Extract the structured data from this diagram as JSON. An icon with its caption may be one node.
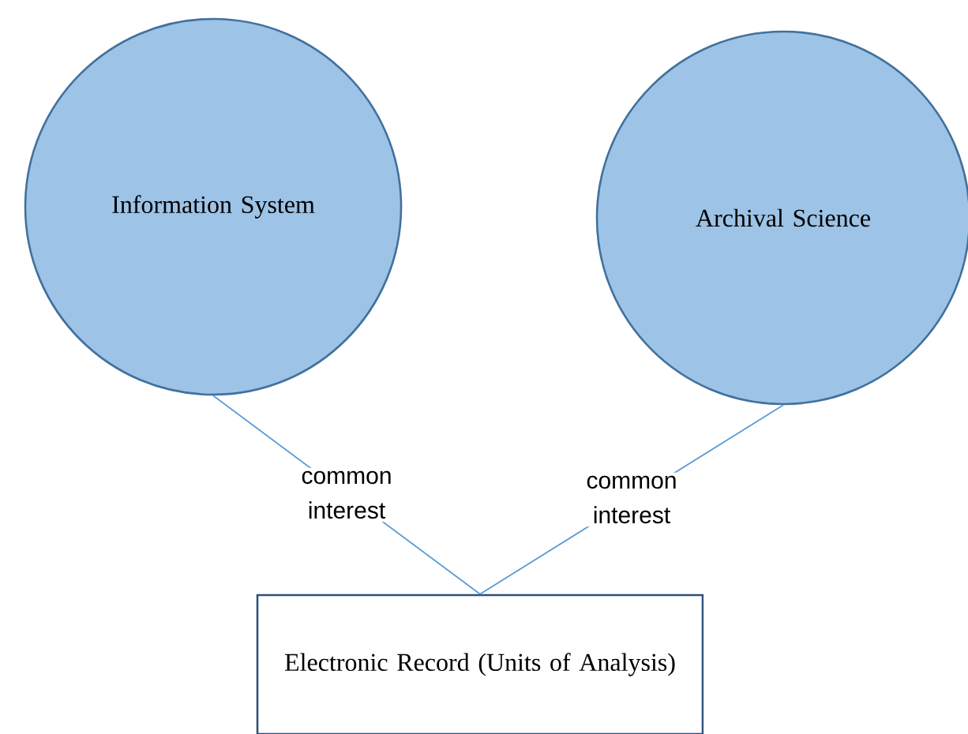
{
  "diagram": {
    "nodes": [
      {
        "text": [
          "Information System"
        ]
      },
      {
        "text": [
          "Archival Science"
        ]
      },
      {
        "text": [
          "Electronic Record (Units of Analysis)"
        ]
      }
    ],
    "edges": [
      {
        "from": 0,
        "to": 2,
        "arrow": "none",
        "label": "common interest"
      },
      {
        "from": 1,
        "to": 2,
        "arrow": "none",
        "label": "common interest"
      }
    ]
  }
}
